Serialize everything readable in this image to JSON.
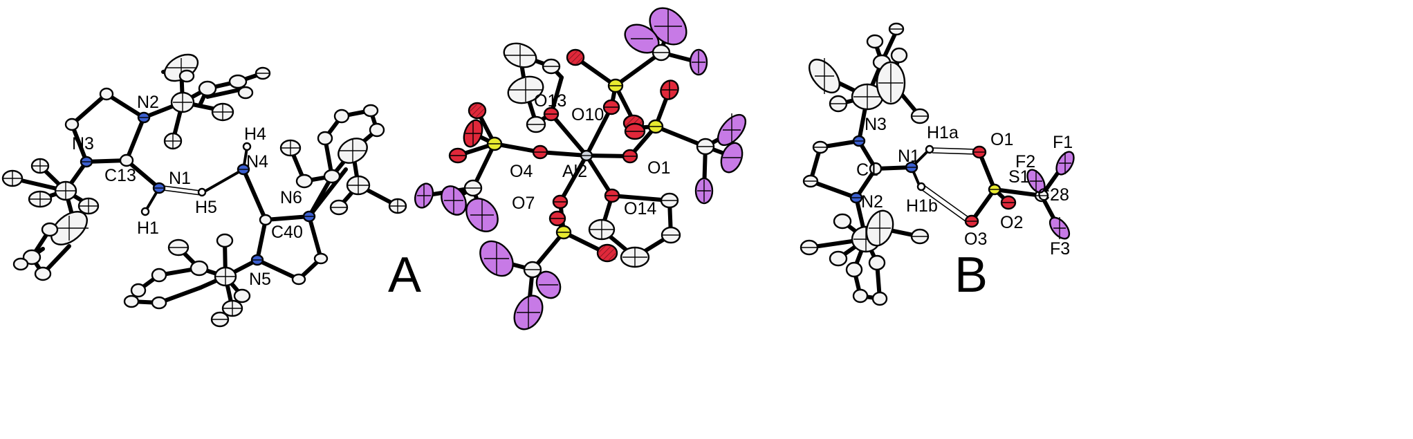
{
  "colors": {
    "carbon": "#f4f4f4",
    "nitrogen": "#3b5fd0",
    "oxygen": "#e0283a",
    "sulfur": "#e8ea30",
    "fluorine": "#c77ae6",
    "aluminium": "#d0d6de",
    "hydrogen": "#ffffff",
    "bond": "#000000"
  },
  "panel_labels": {
    "a": "A",
    "b": "B"
  },
  "atom_labels": {
    "N2": "N2",
    "N3": "N3",
    "C13": "C13",
    "N1": "N1",
    "H4": "H4",
    "N4": "N4",
    "H5": "H5",
    "H1": "H1",
    "N6": "N6",
    "C40": "C40",
    "N5": "N5",
    "O13": "O13",
    "O10": "O10",
    "O4": "O4",
    "Al2": "Al2",
    "O1": "O1",
    "O7": "O7",
    "O14": "O14",
    "B_N3": "N3",
    "B_H1a": "H1a",
    "B_O1": "O1",
    "B_F1": "F1",
    "B_N1": "N1",
    "B_C1": "C1",
    "B_F2": "F2",
    "B_S1": "S1",
    "B_C28": "C28",
    "B_N2": "N2",
    "B_H1b": "H1b",
    "B_O2": "O2",
    "B_O3": "O3",
    "B_F3": "F3"
  }
}
